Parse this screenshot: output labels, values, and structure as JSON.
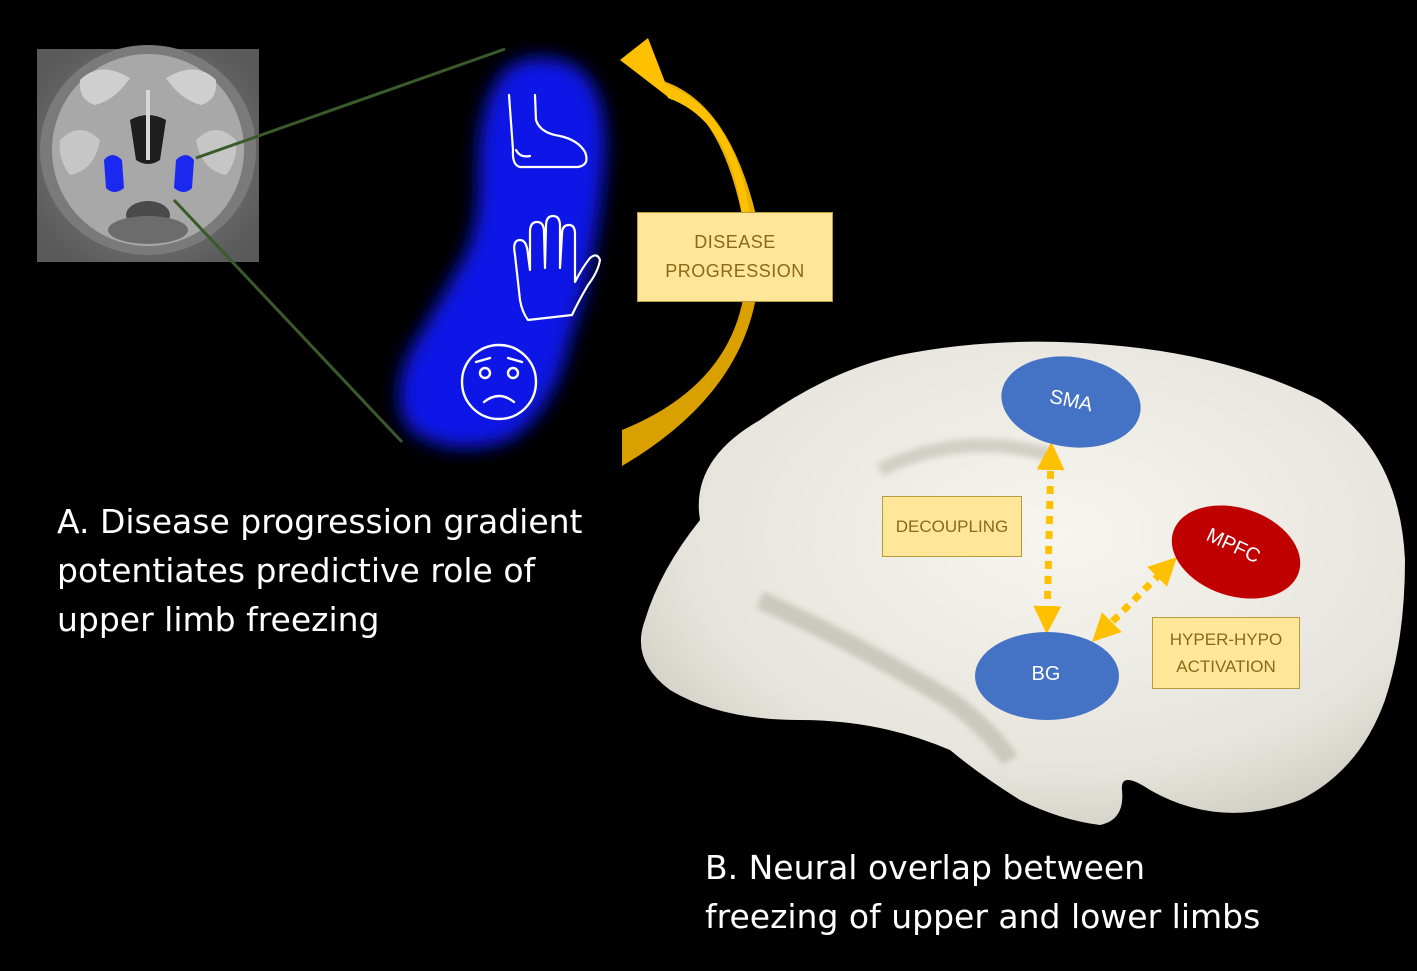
{
  "colors": {
    "background": "#000000",
    "striatum": "#0a14e6",
    "arrow": "#e0a400",
    "label_fill": "#ffe699",
    "label_text": "#8a6a18",
    "node_blue": "#4472c4",
    "node_red": "#c00000",
    "connector_green": "#3a5a2a",
    "cortex": "#ecebe4"
  },
  "panel_a": {
    "brain_slice_icon": "coronal-mri-slice",
    "somatotopy_icons": [
      "foot-icon",
      "hand-icon",
      "face-icon"
    ],
    "progression_label_lines": [
      "DISEASE",
      "PROGRESSION"
    ],
    "caption_lines": [
      "A. Disease progression gradient",
      "potentiates predictive role of",
      "upper limb freezing"
    ]
  },
  "panel_b": {
    "nodes": {
      "sma": "SMA",
      "bg": "BG",
      "mpfc": "MPFC"
    },
    "decoupling_label": "DECOUPLING",
    "activation_label_lines": [
      "HYPER-HYPO",
      "ACTIVATION"
    ],
    "caption_lines": [
      "B. Neural overlap between",
      "freezing of upper and lower limbs"
    ]
  }
}
